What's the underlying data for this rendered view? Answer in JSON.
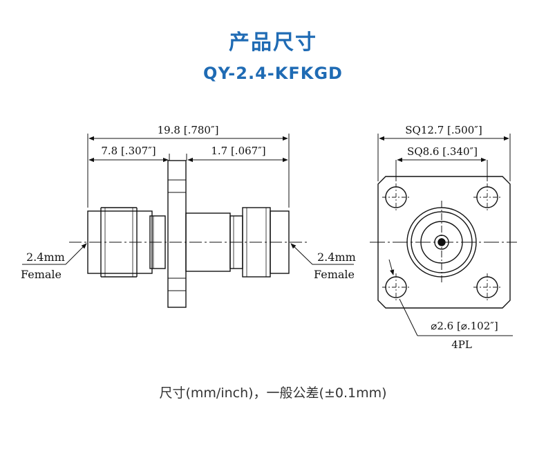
{
  "header": {
    "title": "产品尺寸",
    "model": "QY-2.4-KFKGD"
  },
  "side_view": {
    "overall_length": "19.8 [.780″]",
    "left_length": "7.8 [.307″]",
    "right_length": "1.7 [.067″]",
    "left_port_size": "2.4mm",
    "left_port_gender": "Female",
    "right_port_size": "2.4mm",
    "right_port_gender": "Female"
  },
  "front_view": {
    "flange_square": "SQ12.7 [.500″]",
    "hole_square": "SQ8.6 [.340″]",
    "hole_diameter": "⌀2.6 [⌀.102″]",
    "hole_count": "4PL"
  },
  "footer": {
    "note": "尺寸(mm/inch)，一般公差(±0.1mm)"
  },
  "colors": {
    "accent": "#1f6bb4",
    "line": "#111111"
  }
}
